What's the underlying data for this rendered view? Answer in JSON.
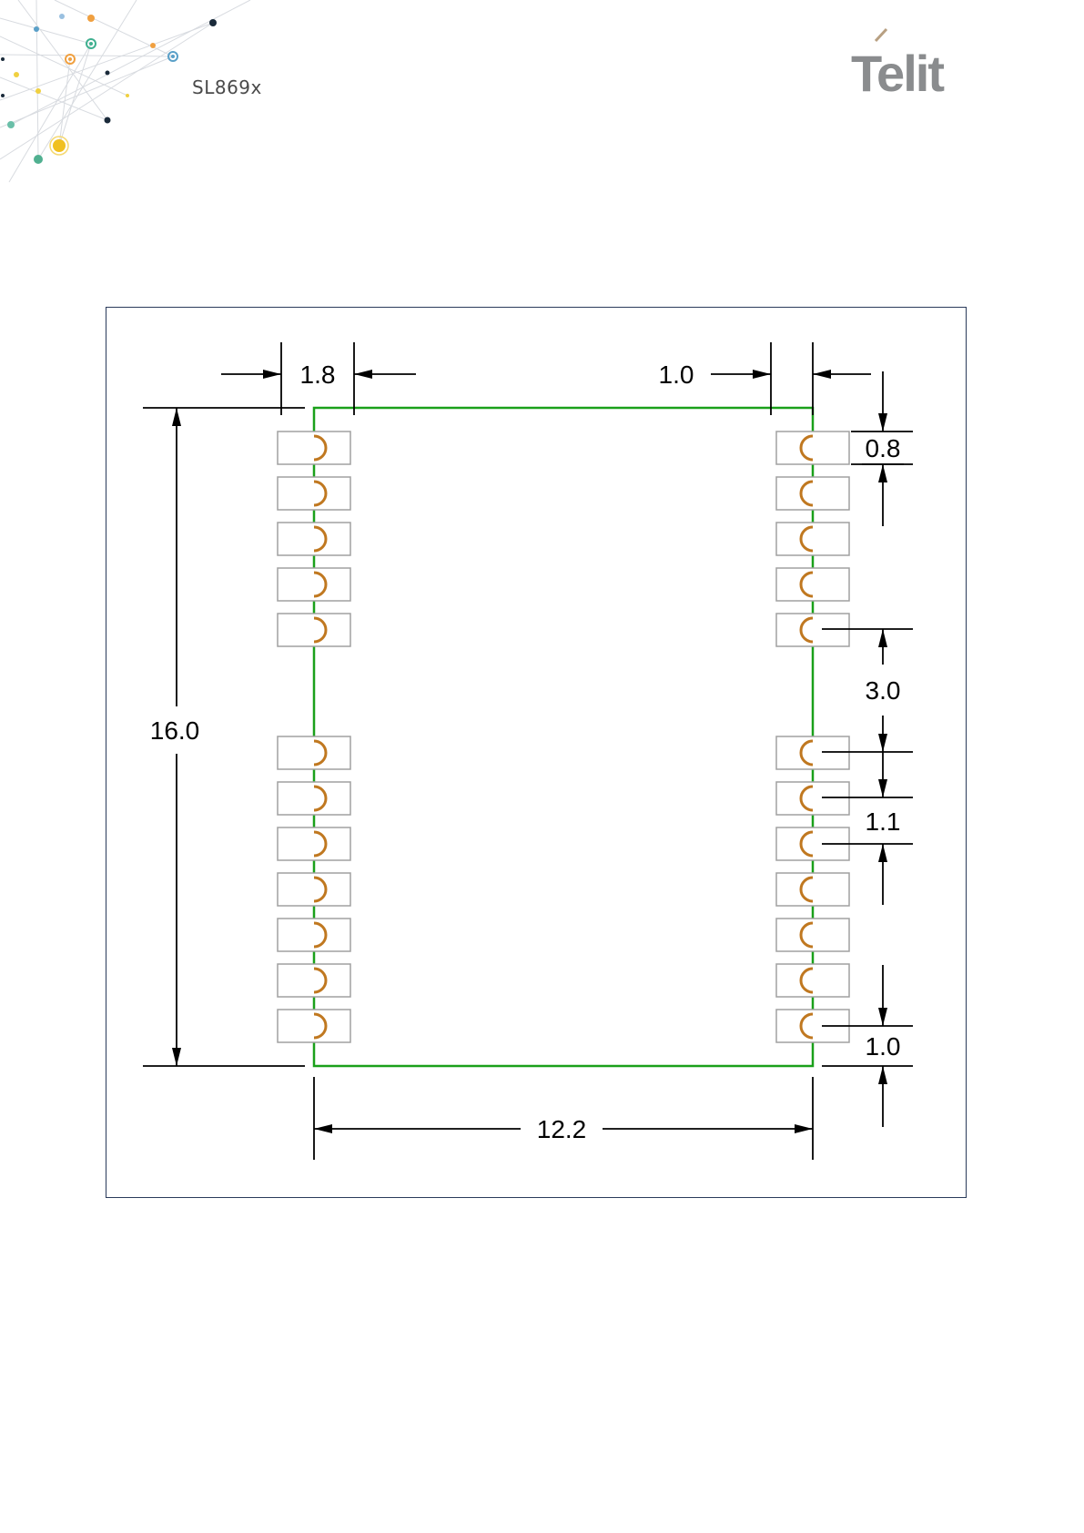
{
  "header": {
    "doc_title": "SL869x",
    "logo_text": "Telit",
    "colors": {
      "logo": "#8a8c8e",
      "accent_line": "#b8a082"
    }
  },
  "figure": {
    "dimensions": {
      "side_pad_width": "1.8",
      "pad_offset_right": "1.0",
      "pad_width": "0.8",
      "group_gap": "3.0",
      "pad_pitch": "1.1",
      "bottom_offset": "1.0",
      "module_height": "16.0",
      "module_width": "12.2"
    },
    "colors": {
      "outline": "#1aa01a",
      "castellation": "#c07820",
      "pad_stroke": "#a0a0a0",
      "frame": "#2a3a5a"
    },
    "pad_groups": {
      "top_count": 5,
      "bottom_count": 7
    }
  }
}
